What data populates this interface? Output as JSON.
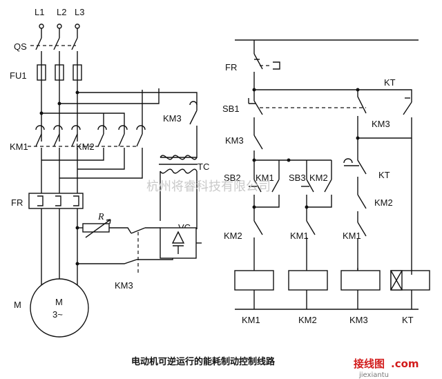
{
  "caption": "电动机可逆运行的能耗制动控制线路",
  "watermark": "杭州将睿科技有限公司",
  "logo": {
    "main": "接线图",
    "suffix": ".com",
    "sub": "jiexiantu"
  },
  "main_circuit": {
    "phases": [
      "L1",
      "L2",
      "L3"
    ],
    "switch": "QS",
    "fuse": "FU1",
    "contactor_fwd": "KM1",
    "contactor_rev": "KM2",
    "brake_contactor": "KM3",
    "overload": "FR",
    "resistor": "R",
    "transformer": "TC",
    "rectifier": "VC",
    "rect_contactor": "KM3",
    "motor": "M",
    "motor_symbol": "M",
    "motor_type": "3~"
  },
  "control_circuit": {
    "fr": "FR",
    "kt_top": "KT",
    "sb1": "SB1",
    "km3_right": "KM3",
    "km3_left": "KM3",
    "sb2": "SB2",
    "km1_hold": "KM1",
    "sb3": "SB3",
    "km2_hold": "KM2",
    "kt_mid": "KT",
    "km2_mid": "KM2",
    "km2_interlock": "KM2",
    "km1_interlock": "KM1",
    "km1_col3": "KM1",
    "coils": [
      "KM1",
      "KM2",
      "KM3",
      "KT"
    ]
  }
}
